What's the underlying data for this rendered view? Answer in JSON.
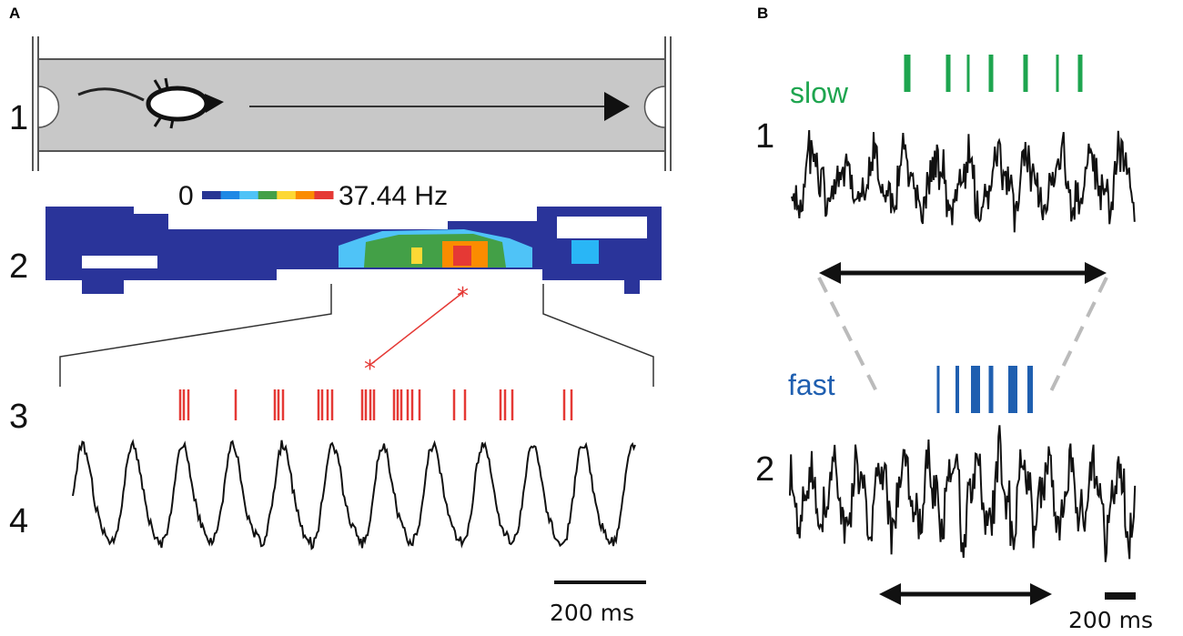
{
  "panels": {
    "A": {
      "letter": "A",
      "row_labels": [
        "1",
        "2",
        "3",
        "4"
      ],
      "colorbar": {
        "min_label": "0",
        "max_label": "37.44 Hz",
        "colors": [
          "#283593",
          "#1e88e5",
          "#4fc3f7",
          "#43a047",
          "#fdd835",
          "#fb8c00",
          "#e53935"
        ]
      },
      "scale_bar_label": "200 ms",
      "spike_color": "#e53935"
    },
    "B": {
      "letter": "B",
      "row_labels": [
        "1",
        "2"
      ],
      "slow": {
        "label": "slow",
        "color": "#1ea54f"
      },
      "fast": {
        "label": "fast",
        "color": "#1f5fb0"
      },
      "scale_bar_label": "200 ms"
    }
  },
  "colors": {
    "track_fill": "#c8c8c8",
    "heatmap_bg": "#2a349a",
    "trace": "#111111"
  }
}
